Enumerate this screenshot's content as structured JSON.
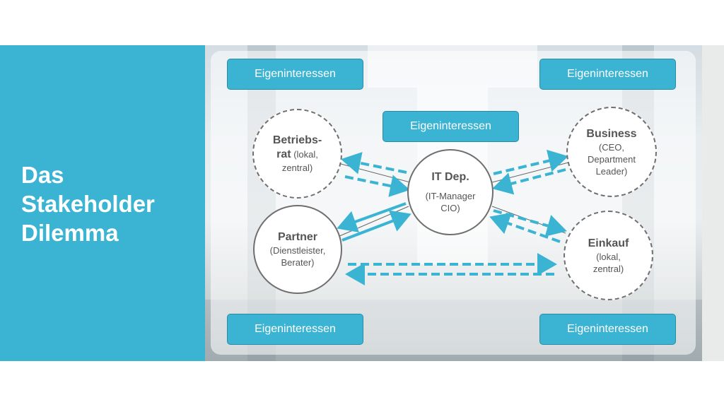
{
  "slide": {
    "title": "Das\nStakeholder\nDilemma"
  },
  "colors": {
    "accent": "#3bb4d3",
    "arrow": "#3bb4d3",
    "node_border": "#6f6f6f",
    "text": "#555555"
  },
  "diagram": {
    "labels": [
      "Eigeninteressen",
      "Eigeninteressen",
      "Eigeninteressen",
      "Eigeninteressen",
      "Eigeninteressen"
    ],
    "nodes": {
      "betriebsrat": {
        "title_line1": "Betriebs-",
        "title_line2": "rat",
        "sub_inline": " (lokal,",
        "sub": "zentral)"
      },
      "business": {
        "title": "Business",
        "sub": "(CEO,\nDepartment\nLeader)"
      },
      "it": {
        "title": "IT Dep.",
        "sub": "(IT-Manager\nCIO)"
      },
      "partner": {
        "title": "Partner",
        "sub": "(Dienstleister,\nBerater)"
      },
      "einkauf": {
        "title": "Einkauf",
        "sub": "(lokal,\nzentral)"
      }
    }
  }
}
